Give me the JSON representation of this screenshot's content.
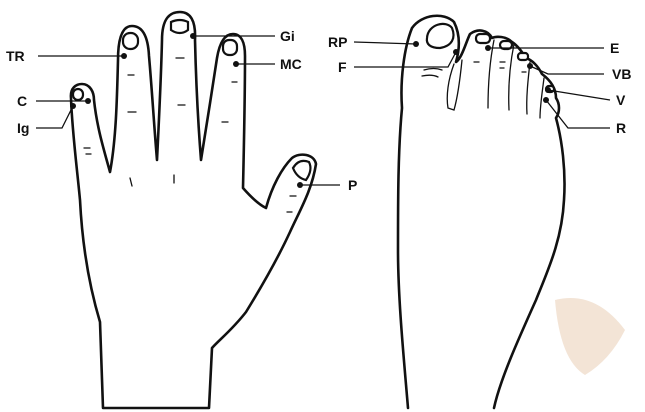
{
  "labels": {
    "TR": "TR",
    "C": "C",
    "Ig": "Ig",
    "Gi": "Gi",
    "MC": "MC",
    "P": "P",
    "RP": "RP",
    "F": "F",
    "E": "E",
    "VB": "VB",
    "V": "V",
    "R": "R"
  },
  "colors": {
    "ink": "#111111",
    "background": "#ffffff",
    "watermark": "#f3e4d6"
  }
}
